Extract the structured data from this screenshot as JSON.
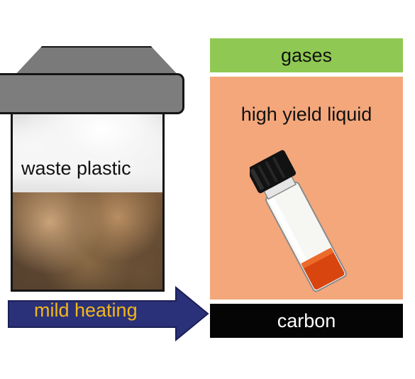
{
  "reactor": {
    "contents_label": "waste plastic"
  },
  "process": {
    "arrow_label": "mild heating",
    "arrow_color": "#2a3179",
    "label_color": "#f2b61c"
  },
  "products": {
    "gases": {
      "label": "gases",
      "color": "#8fc953"
    },
    "liquid": {
      "label": "high yield liquid",
      "color": "#f4a77b"
    },
    "carbon": {
      "label": "carbon",
      "color": "#050505"
    }
  }
}
